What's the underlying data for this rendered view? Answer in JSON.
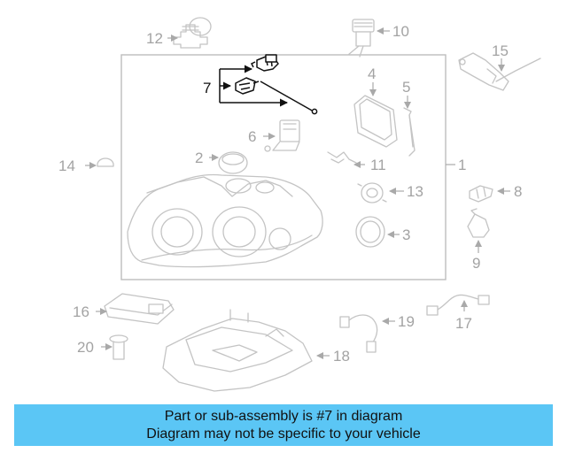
{
  "diagram": {
    "callouts": {
      "c1": "1",
      "c2": "2",
      "c4": "4",
      "c5": "5",
      "c6": "6",
      "c7": "7",
      "c8": "8",
      "c9": "9",
      "c10": "10",
      "c11": "11",
      "c12": "12",
      "c13": "13",
      "c14": "14",
      "c15": "15",
      "c16": "16",
      "c17": "17",
      "c18": "18",
      "c19": "19",
      "c20": "20",
      "c3": "3"
    },
    "highlight_color": "#111111",
    "muted_color": "#a3a3a3"
  },
  "banner": {
    "line1": "Part or sub-assembly is #7 in diagram",
    "line2": "Diagram may not be specific to your vehicle",
    "background": "#5bc6f5"
  }
}
